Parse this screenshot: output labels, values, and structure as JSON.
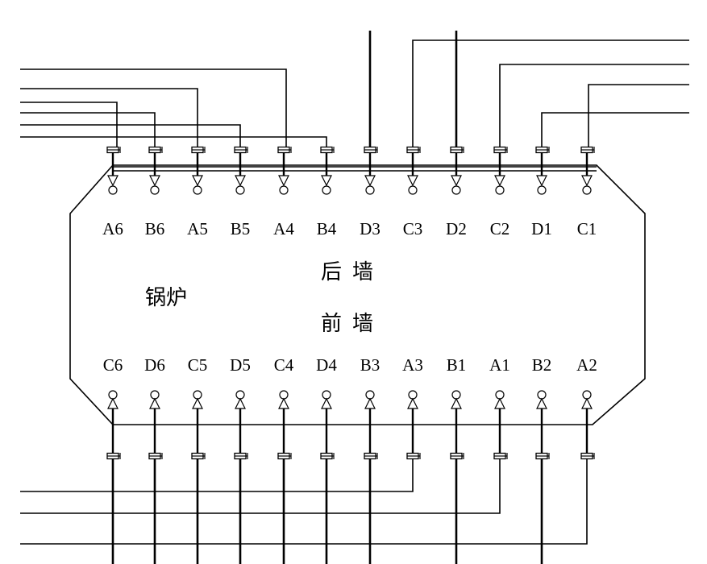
{
  "rear_labels": [
    "A6",
    "B6",
    "A5",
    "B5",
    "A4",
    "B4",
    "D3",
    "C3",
    "D2",
    "C2",
    "D1",
    "C1"
  ],
  "front_labels": [
    "C6",
    "D6",
    "C5",
    "D5",
    "C4",
    "D4",
    "B3",
    "A3",
    "B1",
    "A1",
    "B2",
    "A2"
  ],
  "boiler_label": "锅炉",
  "rear_wall_label": "后  墙",
  "front_wall_label": "前  墙"
}
